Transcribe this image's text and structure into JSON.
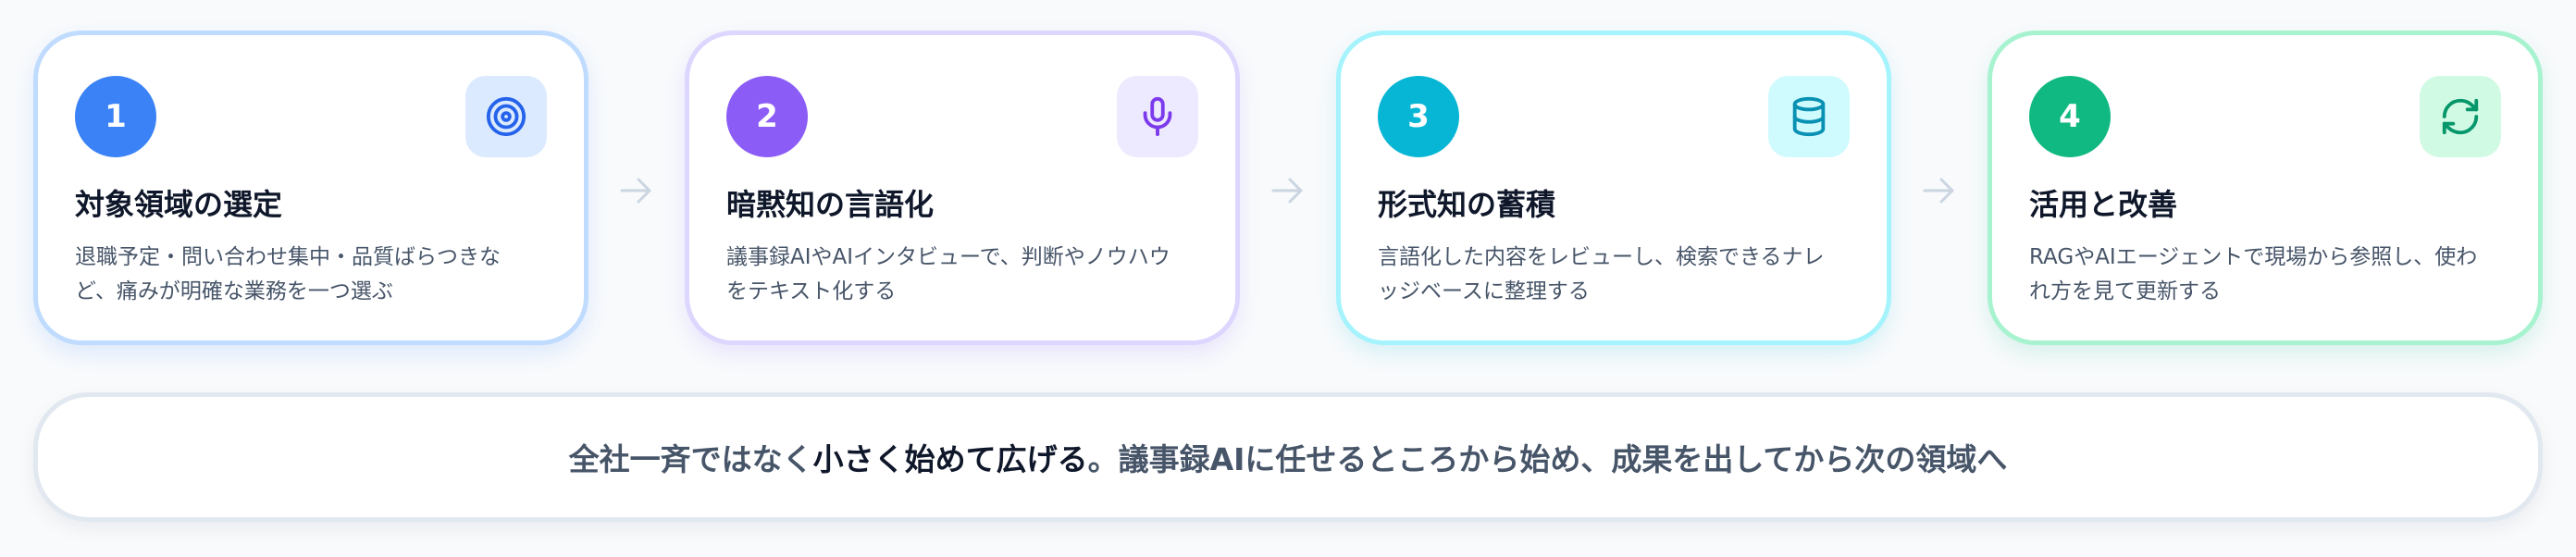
{
  "steps": [
    {
      "number": "1",
      "title": "対象領域の選定",
      "description": "退職予定・問い合わせ集中・品質ばらつきなど、痛みが明確な業務を一つ選ぶ",
      "icon": "target-icon",
      "color": "#3b82f6"
    },
    {
      "number": "2",
      "title": "暗黙知の言語化",
      "description": "議事録AIやAIインタビューで、判断やノウハウをテキスト化する",
      "icon": "microphone-icon",
      "color": "#8b5cf6"
    },
    {
      "number": "3",
      "title": "形式知の蓄積",
      "description": "言語化した内容をレビューし、検索できるナレッジベースに整理する",
      "icon": "database-icon",
      "color": "#06b6d4"
    },
    {
      "number": "4",
      "title": "活用と改善",
      "description": "RAGやAIエージェントで現場から参照し、使われ方を見て更新する",
      "icon": "refresh-icon",
      "color": "#10b981"
    }
  ],
  "banner": {
    "prefix": "全社一斉ではなく",
    "emphasis": "小さく始めて広げる",
    "suffix": "。議事録AIに任せるところから始め、成果を出してから次の領域へ"
  }
}
